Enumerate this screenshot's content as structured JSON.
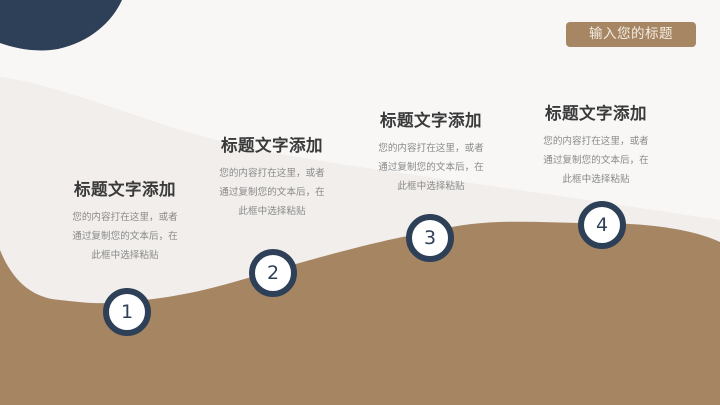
{
  "header": {
    "title_badge": "输入您的标题"
  },
  "steps": [
    {
      "number": "1",
      "title": "标题文字添加",
      "desc_lines": [
        "您的内容打在这里，或者",
        "通过复制您的文本后，在",
        "此框中选择粘贴"
      ]
    },
    {
      "number": "2",
      "title": "标题文字添加",
      "desc_lines": [
        "您的内容打在这里，或者",
        "通过复制您的文本后，在",
        "此框中选择粘贴"
      ]
    },
    {
      "number": "3",
      "title": "标题文字添加",
      "desc_lines": [
        "您的内容打在这里，或者",
        "通过复制您的文本后，在",
        "此框中选择粘贴"
      ]
    },
    {
      "number": "4",
      "title": "标题文字添加",
      "desc_lines": [
        "您的内容打在这里，或者",
        "通过复制您的文本后，在",
        "此框中选择粘贴"
      ]
    }
  ],
  "colors": {
    "background": "#f8f7f6",
    "navy": "#2e4057",
    "brown": "#a68563",
    "badge": "#a78763"
  }
}
